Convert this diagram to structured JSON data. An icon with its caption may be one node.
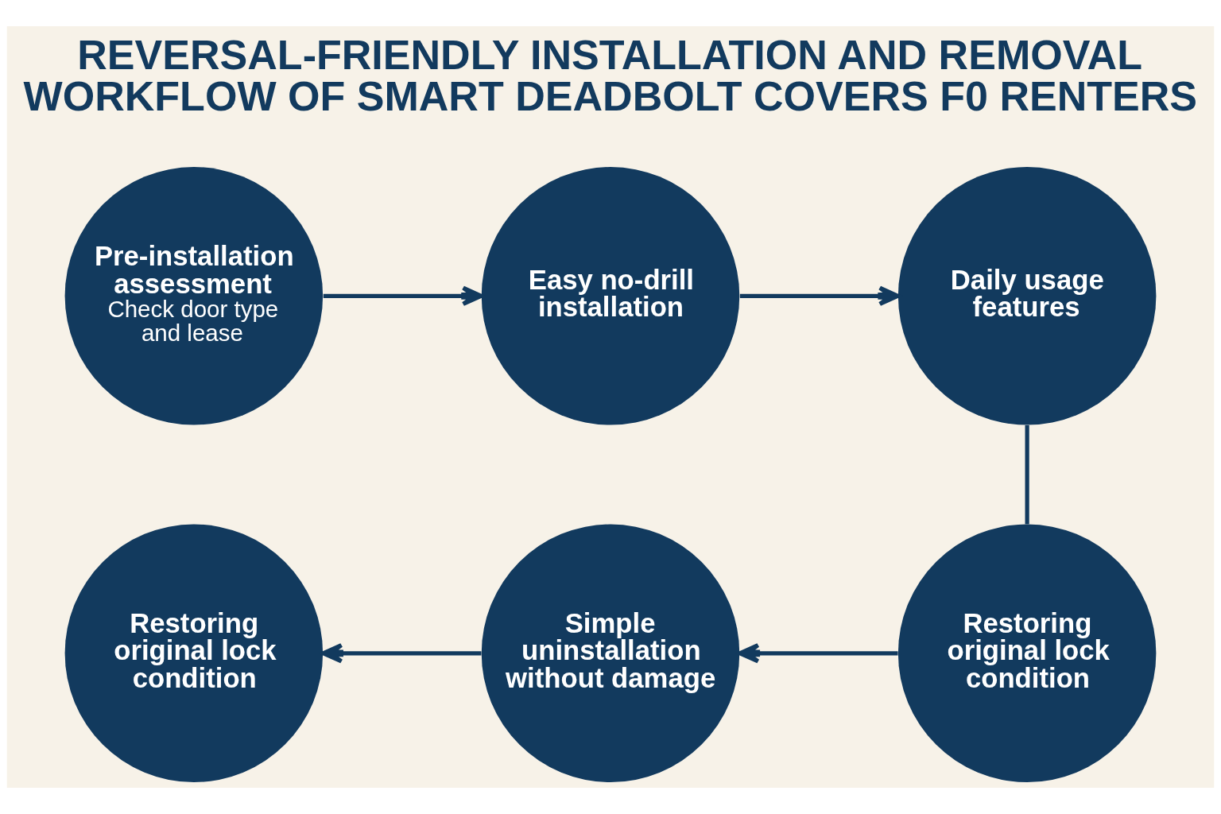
{
  "diagram": {
    "title": "REVERSAL-FRIENDLY INSTALLATION AND REMOVAL WORKFLOW OF SMART DEADBOLT COVERS F0 RENTERS",
    "nodes": [
      {
        "text": [
          "Pre-installation assessment",
          "Check door type and lease"
        ]
      },
      {
        "text": [
          "Easy no-drill installation"
        ]
      },
      {
        "text": [
          "Daily usage features"
        ]
      },
      {
        "text": [
          "Restoring original lock condition"
        ]
      },
      {
        "text": [
          "Simple uninstallation without damage"
        ]
      },
      {
        "text": [
          "Restoring original lock condition"
        ]
      }
    ],
    "edges": [
      {
        "from": 0,
        "to": 1,
        "arrow": "to"
      },
      {
        "from": 1,
        "to": 2,
        "arrow": "to"
      },
      {
        "from": 2,
        "to": 5,
        "arrow": "none"
      },
      {
        "from": 5,
        "to": 4,
        "arrow": "to"
      },
      {
        "from": 4,
        "to": 3,
        "arrow": "to"
      }
    ]
  }
}
